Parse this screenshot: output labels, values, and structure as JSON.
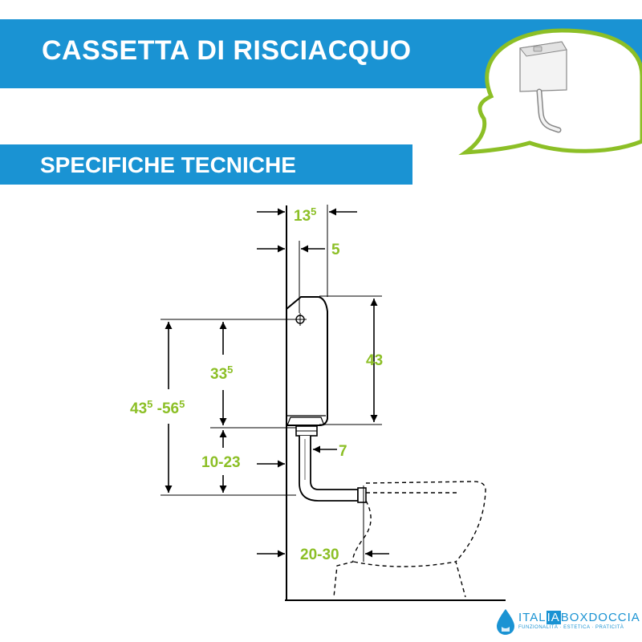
{
  "header": {
    "title": "CASSETTA DI RISCIACQUO",
    "subtitle": "SPECIFICHE TECNICHE",
    "accent_color": "#1a93d3",
    "bubble_color": "#8cbf26"
  },
  "dimensions": {
    "cistern_depth": {
      "base": "13",
      "sup": "5"
    },
    "pipe_offset": "5",
    "cistern_height": "43",
    "valve_height": {
      "base": "33",
      "sup": "5"
    },
    "total_height": {
      "base1": "43",
      "sup1": "5",
      "sep": " -",
      "base2": "56",
      "sup2": "5"
    },
    "pipe_diameter": "7",
    "pipe_range": "10-23",
    "wall_distance": "20-30",
    "label_color": "#8cbf26"
  },
  "brand": {
    "part1": "ITAL",
    "highlight": "IA",
    "part2": "BOXDOCCIA",
    "tagline": "FUNZIONALITÀ · ESTETICA · PRATICITÀ"
  }
}
